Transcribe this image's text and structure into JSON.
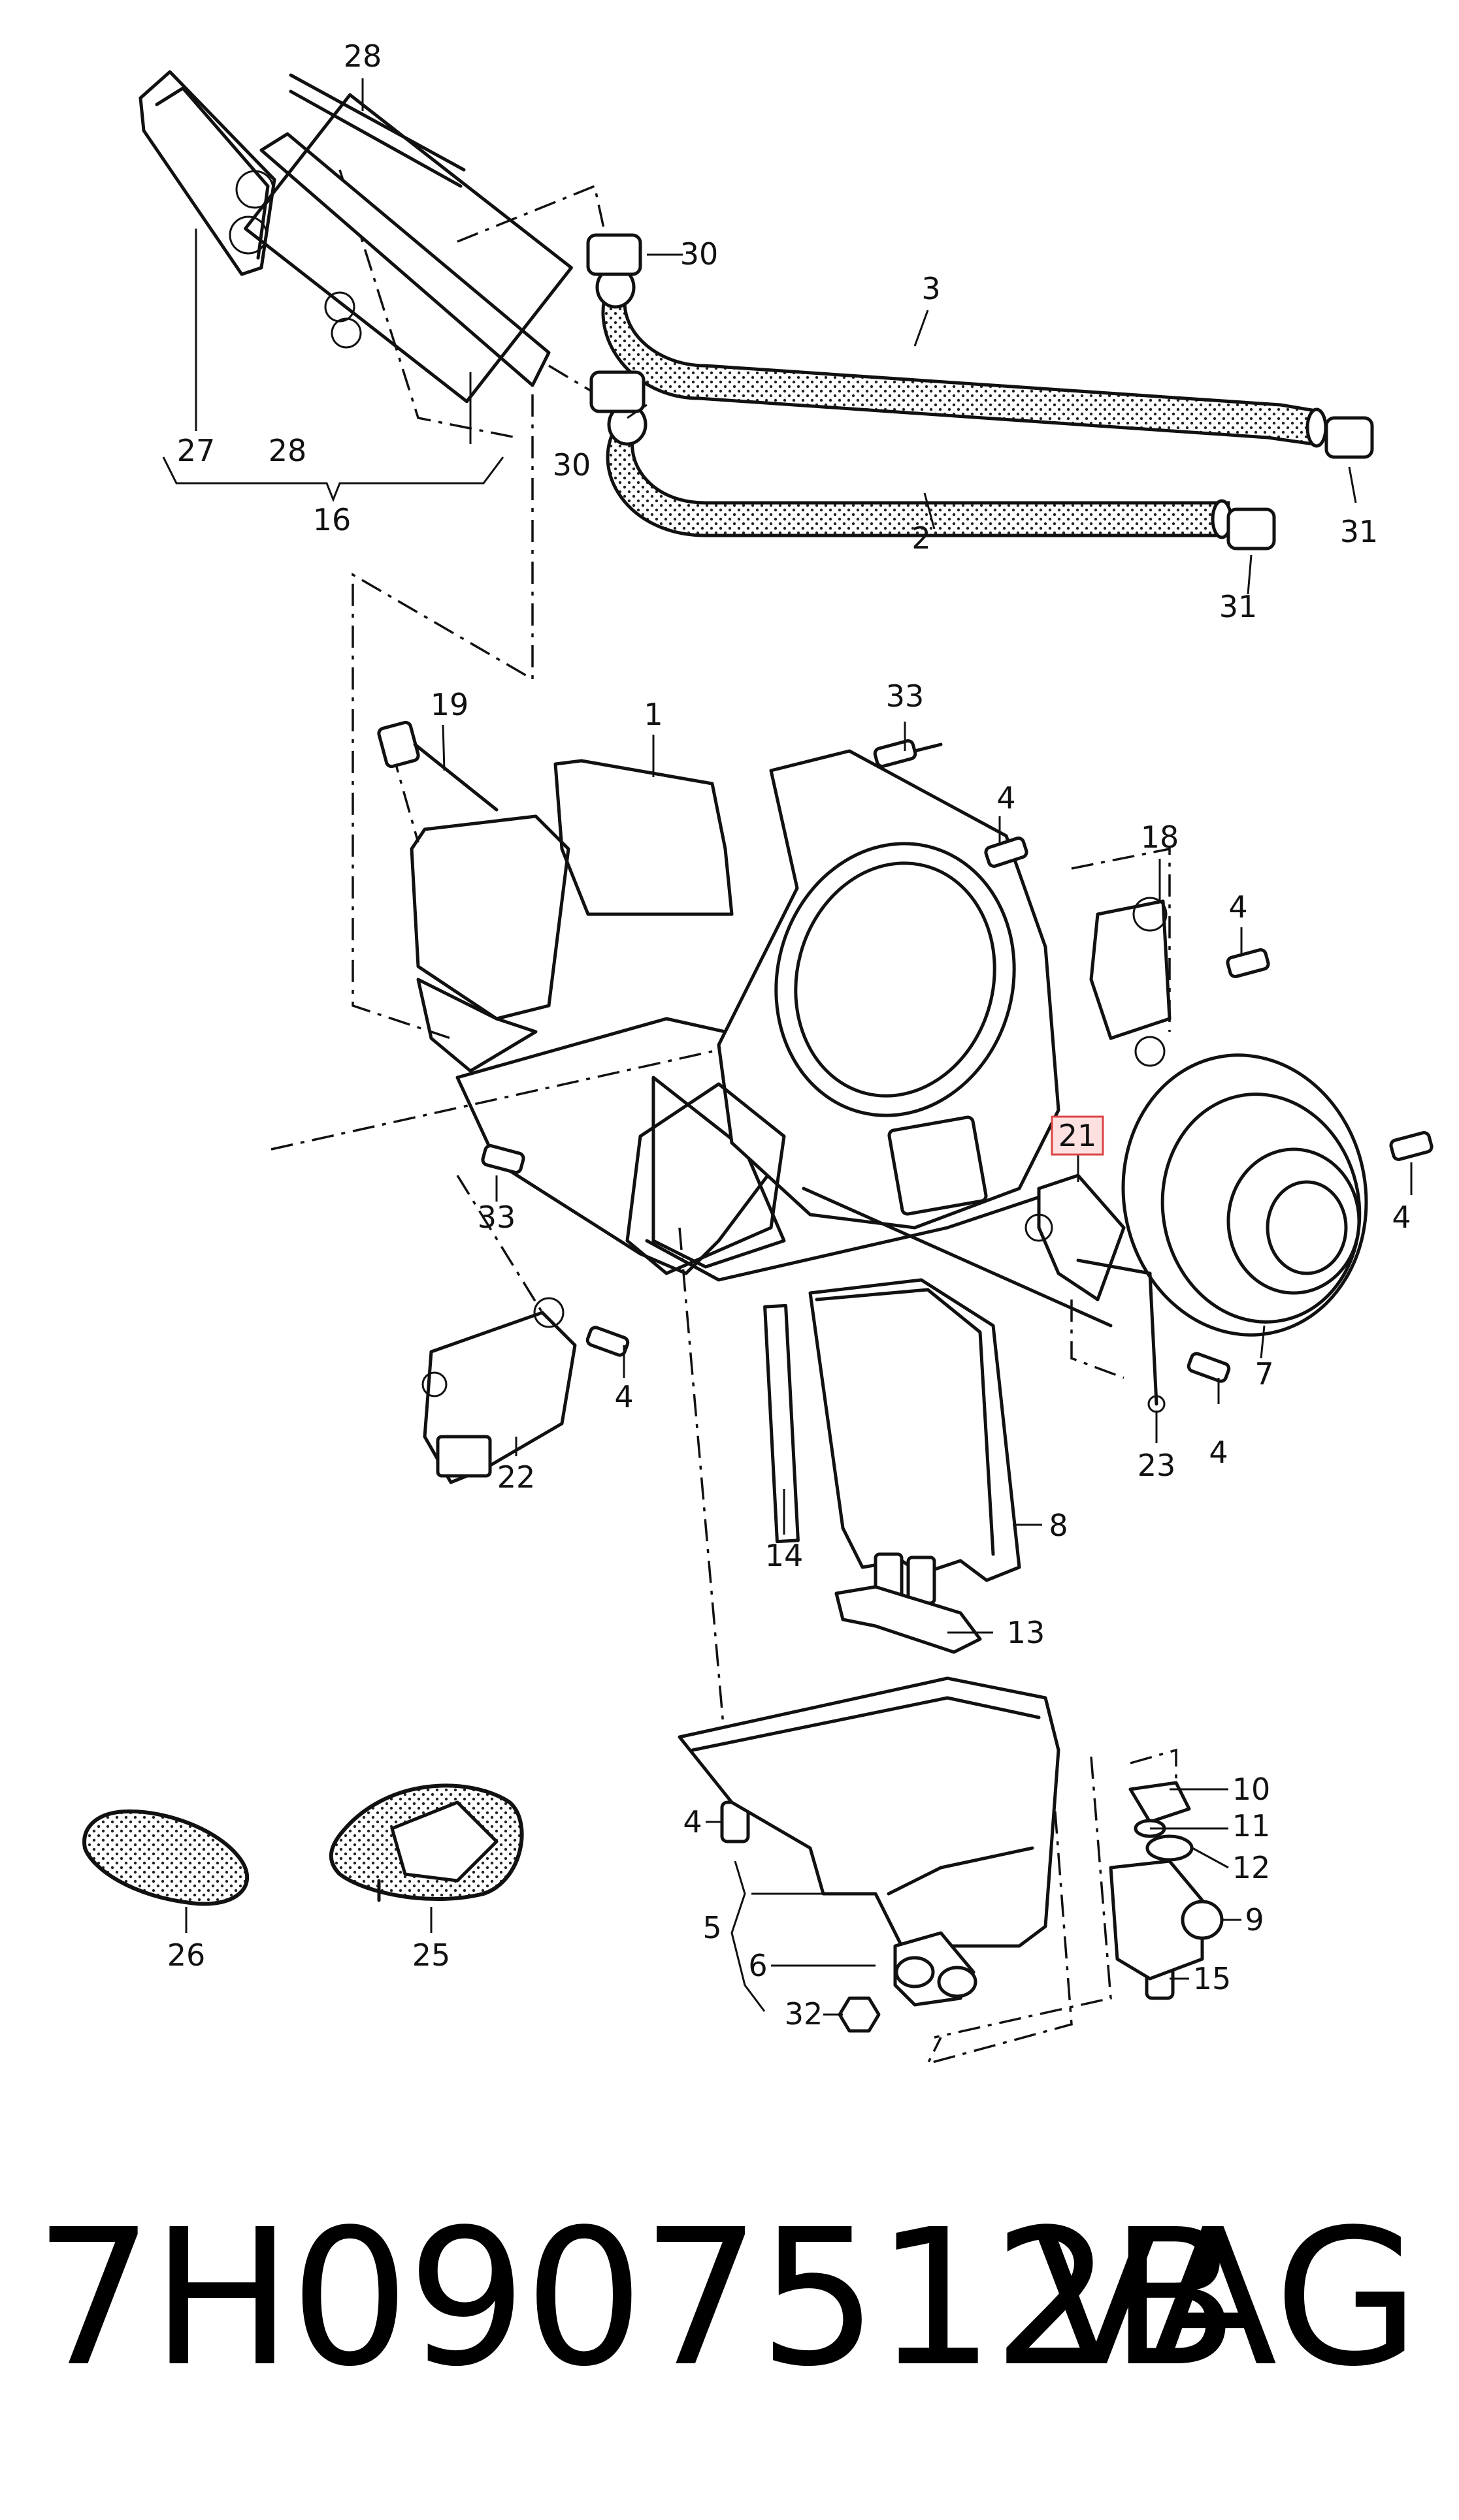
{
  "diagram": {
    "callouts": {
      "c28a": "28",
      "c30a": "30",
      "c3": "3",
      "c30b": "30",
      "c2": "2",
      "c31a": "31",
      "c31b": "31",
      "c27": "27",
      "c28b": "28",
      "c16": "16",
      "c19": "19",
      "c1": "1",
      "c33a": "33",
      "c4a": "4",
      "c18": "18",
      "c4b": "4",
      "c21": "21",
      "c4c": "4",
      "c33b": "33",
      "c7": "7",
      "c4d": "4",
      "c22": "22",
      "c4e": "4",
      "c23": "23",
      "c14": "14",
      "c8": "8",
      "c13": "13",
      "c10": "10",
      "c4f": "4",
      "c11": "11",
      "c12": "12",
      "c9": "9",
      "c5": "5",
      "c6": "6",
      "c15": "15",
      "c32": "32",
      "c26": "26",
      "c25": "25"
    },
    "highlighted_callout": "21",
    "highlight_color": "#fde0e0",
    "highlight_border": "#d44444"
  },
  "footer": {
    "part_number": "7H0907512B",
    "brand": "VAG"
  }
}
